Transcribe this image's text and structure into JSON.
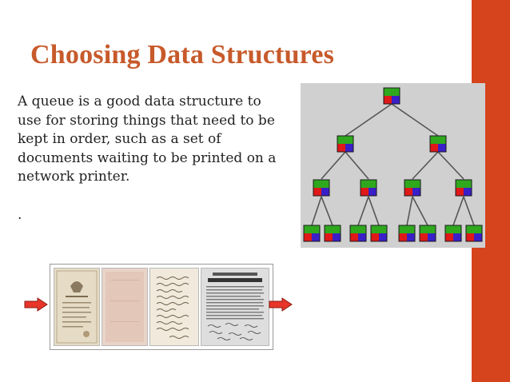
{
  "slide": {
    "title": "Choosing Data Structures",
    "paragraph": "A queue is a good data structure to use for storing things that need to be kept in order, such as a set of documents waiting to be printed on a network printer.",
    "trailing_text": "."
  },
  "colors": {
    "accent_bar": "#d5441c",
    "title": "#c75a2b",
    "node_top": "#2fa81e",
    "node_left": "#e01818",
    "node_right": "#3a1ec8",
    "tree_background": "#d0d0d0",
    "arrow_fill": "#e8352a"
  },
  "tree": {
    "levels": [
      1,
      2,
      4,
      8
    ]
  },
  "documents": {
    "count": 4,
    "icons": [
      "document-eagle-certificate-icon",
      "document-blank-parchment-icon",
      "document-handwritten-letter-icon",
      "document-declaration-icon"
    ]
  }
}
